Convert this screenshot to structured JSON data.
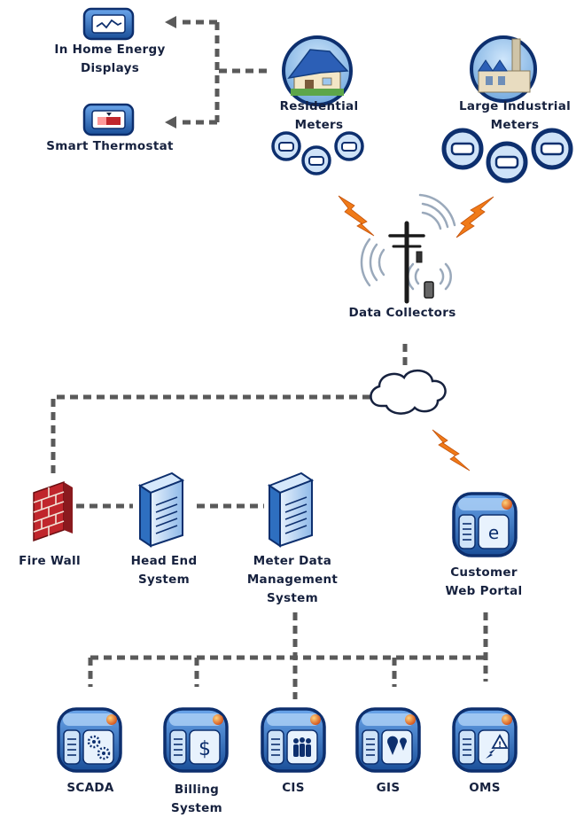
{
  "labels": {
    "in_home_display": "In Home Energy\nDisplays",
    "thermostat": "Smart Thermostat",
    "residential": "Residential\nMeters",
    "industrial": "Large Industrial\nMeters",
    "collectors": "Data Collectors",
    "firewall": "Fire Wall",
    "head_end": "Head End\nSystem",
    "mdm": "Meter Data\nManagement\nSystem",
    "portal": "Customer\nWeb Portal",
    "scada": "SCADA",
    "billing": "Billing\nSystem",
    "cis": "CIS",
    "gis": "GIS",
    "oms": "OMS"
  },
  "colors": {
    "connector": "#5a5a5a",
    "label": "#16213e",
    "navy": "#0d2f6e",
    "device_blue": "#2e6fc0",
    "light_blue": "#a9cef4",
    "lightning": "#f07a18",
    "firewall_red": "#c0262c"
  },
  "icons": {
    "display": "energy-display-icon",
    "thermostat": "thermostat-icon",
    "house": "house-icon",
    "factory": "factory-icon",
    "meter": "meter-icon",
    "pole": "utility-pole-icon",
    "cloud": "network-cloud-icon",
    "firewall": "brick-firewall-icon",
    "server": "server-icon",
    "app": "application-icon",
    "lightning": "wireless-lightning-icon"
  }
}
